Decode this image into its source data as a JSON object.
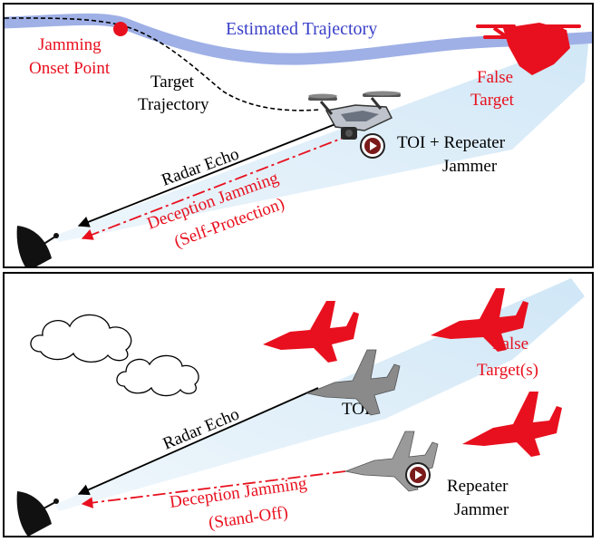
{
  "panels": [
    {
      "labels": {
        "estimated_trajectory": "Estimated Trajectory",
        "jamming_onset_line1": "Jamming",
        "jamming_onset_line2": "Onset Point",
        "target_trajectory_line1": "Target",
        "target_trajectory_line2": "Trajectory",
        "false_target_line1": "False",
        "false_target_line2": "Target",
        "toi_line1": "TOI + Repeater",
        "toi_line2": "Jammer",
        "radar_echo": "Radar Echo",
        "deception_line1": "Deception Jamming",
        "deception_line2": "(Self-Protection)"
      }
    },
    {
      "labels": {
        "false_target_line1": "False",
        "false_target_line2": "Target(s)",
        "toi": "TOI",
        "radar_echo": "Radar Echo",
        "repeater_line1": "Repeater",
        "repeater_line2": "Jammer",
        "deception_line1": "Deception Jamming",
        "deception_line2": "(Stand-Off)"
      }
    }
  ],
  "colors": {
    "red": "#e8101e",
    "blue_text": "#3a40c8",
    "trajectory_band": "#9fb0e6",
    "beam": "#dcecf8",
    "black": "#000000",
    "gray_jet": "#8a8a8a"
  },
  "icons": [
    "radar-dish-icon",
    "quadcopter-drone-icon",
    "fighter-jet-icon",
    "cloud-icon",
    "repeater-jammer-icon"
  ]
}
